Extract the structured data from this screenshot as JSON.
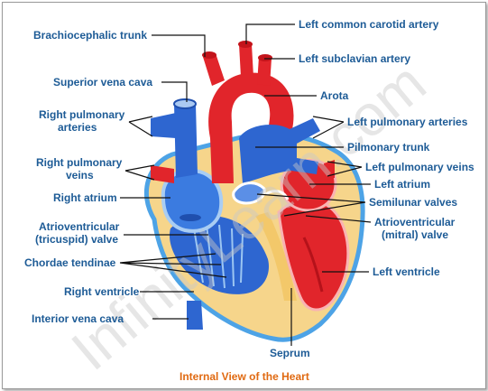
{
  "labels": {
    "brachiocephalic_trunk": "Brachiocephalic trunk",
    "superior_vena_cava": "Superior vena cava",
    "right_pulmonary_arteries_1": "Right pulmonary",
    "right_pulmonary_arteries_2": "arteries",
    "right_pulmonary_veins_1": "Right pulmonary",
    "right_pulmonary_veins_2": "veins",
    "right_atrium": "Right atrium",
    "av_tricuspid_1": "Atrioventricular",
    "av_tricuspid_2": "(tricuspid) valve",
    "chordae_tendinae": "Chordae tendinae",
    "right_ventricle": "Right ventricle",
    "interior_vena_cava": "Interior vena cava",
    "left_common_carotid": "Left common carotid artery",
    "left_subclavian": "Left subclavian artery",
    "aorta": "Arota",
    "left_pulmonary_arteries": "Left pulmonary arteries",
    "pulmonary_trunk": "Pilmonary trunk",
    "left_pulmonary_veins": "Left pulmonary veins",
    "left_atrium": "Left atrium",
    "semilunar_valves": "Semilunar valves",
    "av_mitral_1": "Atrioventricular",
    "av_mitral_2": "(mitral) valve",
    "left_ventricle": "Left ventricle",
    "septum": "Seprum"
  },
  "caption": "Internal View of the Heart",
  "watermark": "InfinityLearn.com",
  "colors": {
    "label_text": "#1d5b96",
    "caption_text": "#e06a12",
    "artery_red": "#e1252b",
    "vein_blue": "#2e66d0",
    "muscle_yellow": "#f6d58b"
  }
}
